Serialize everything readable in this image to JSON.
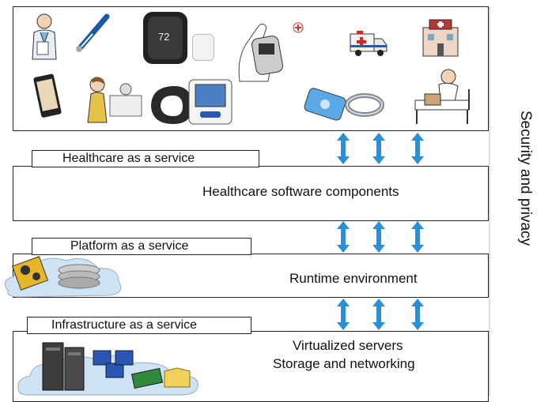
{
  "layers": {
    "saas": {
      "tab_label": "Healthcare as a service",
      "body_text": "Healthcare software components"
    },
    "paas": {
      "tab_label": "Platform as a service",
      "body_text": "Runtime environment"
    },
    "iaas": {
      "tab_label": "Infrastructure as a service",
      "body_lines": [
        "Virtualized servers",
        "Storage and networking"
      ]
    }
  },
  "side_label": "Security and privacy",
  "devices_panel": {
    "icons": [
      "doctor-icon",
      "thermometer-icon",
      "smart-thermostat-icon",
      "glucose-meter-icon",
      "ambulance-icon",
      "hospital-icon",
      "smartphone-icon",
      "elderly-patient-icon",
      "blood-pressure-monitor-icon",
      "fitness-band-icon",
      "hospital-bed-icon"
    ],
    "thermostat_display": "72"
  },
  "colors": {
    "arrow": "#2a8fd6",
    "border": "#222222",
    "cloud": "#cfe3f5"
  }
}
